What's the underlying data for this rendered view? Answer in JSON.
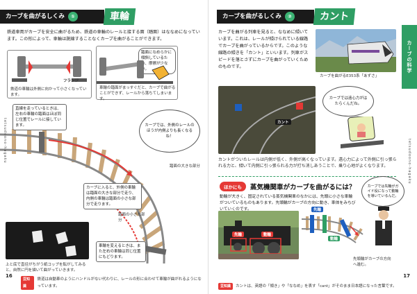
{
  "left": {
    "title_prefix": "カーブを曲がるしくみ",
    "title_num": "①",
    "title_tag": "車輪",
    "intro": "鉄道車両がカーブを安全に曲がるため、鉄道の車輪のレールと接する面（踏面）はななめになっています。この形によって、車輪は脱線することなくカーブを曲がることができます。",
    "box1_caption": "鉄道の車輪は外側に向かって小さくなっています。",
    "box1_label": "フランジ",
    "box2_note": "踏面になめらかに傾斜しているため、摩擦が少ない。",
    "box2_caption": "車輪の踏面がまっすぐだと、カーブで曲がることができず、レールから落ちてしまいます。",
    "callout1": "直線を走っているときは、左右の車輪の踏面はほぼ同じ位置でレールに接しています。",
    "bubble": "カーブでは、外側のレールのほうが内側よりも長くなるね！",
    "callout2": "カーブに入ると、外側の車輪は踏面の大きな部分で走り、内側の車輪は踏面の小さな部分で走ります。",
    "wheel_big": "踏面の大きな部分",
    "wheel_small": "踏面の小さな部分",
    "callout3": "車輪を変えるときは、また左右の車輪は同じ位置にもどります。",
    "photo_caption": "上と底で直径がちがう紙コップを転がしてみると、自然に円を描いて曲がっていきます。",
    "footer_badge": "豆知識",
    "footer_text": "鉄道は自動車のようにハンドルがない代わりに、レールの形に合わせて車輪が曲がれるようになっています。",
    "page_number": "16",
    "side_text": "tetsudoono-hagaku"
  },
  "right": {
    "title_prefix": "カーブを曲がるしくみ",
    "title_num": "②",
    "title_tag": "カント",
    "intro": "カーブを曲がる列車を見ると、ななめに傾いています。これは、レールが傾けられている線路でカーブを曲がっているからです。このような線路の傾きを「カント」といいます。列車がスピードを落とさずにカーブを曲がっていくためのものです。",
    "train_caption": "カーブを曲がるE353系「あずさ」",
    "bubble": "カーブでは遠心力がはたらくんだね。",
    "cant_label": "カント",
    "cant_caption": "カントがついたレールは内側が低く、外側が高くなっています。遠心力によって外側に引っ張られる力と、傾いて内側に引っ張られる力が打ち消しあうことで、乗り心地がよくなります。",
    "hoka_badge": "ほかにも",
    "hoka_title": "蒸気機関車がカーブを曲がるには？",
    "hoka_text": "動輪が大きく、固定されている蒸気機関車のなかには、先頭に小さな車輪がついているものもあります。先頭輪がカーブの方向に動き、車体をみちびいていくのです。",
    "speech": "カーブでは先輪がガイド役になって動輪を導いているんだ。",
    "photo_label_a": "先輪",
    "photo_label_b": "動輪",
    "diagram_a": "先輪",
    "diagram_b": "動輪",
    "diagram_caption": "先頭輪がカーブの方向へ進む。",
    "footer_badge": "豆知識",
    "footer_text": "カントは、英語の「傾き」や「ななめ」を表す「cant」がそのまま日本語になった言葉です。",
    "page_number": "17",
    "side_text": "tetsudoono-hagaku",
    "tab_label": "カーブの科学"
  },
  "colors": {
    "accent": "#2f9e64",
    "red": "#e53935",
    "dark": "#1a1a1a"
  }
}
